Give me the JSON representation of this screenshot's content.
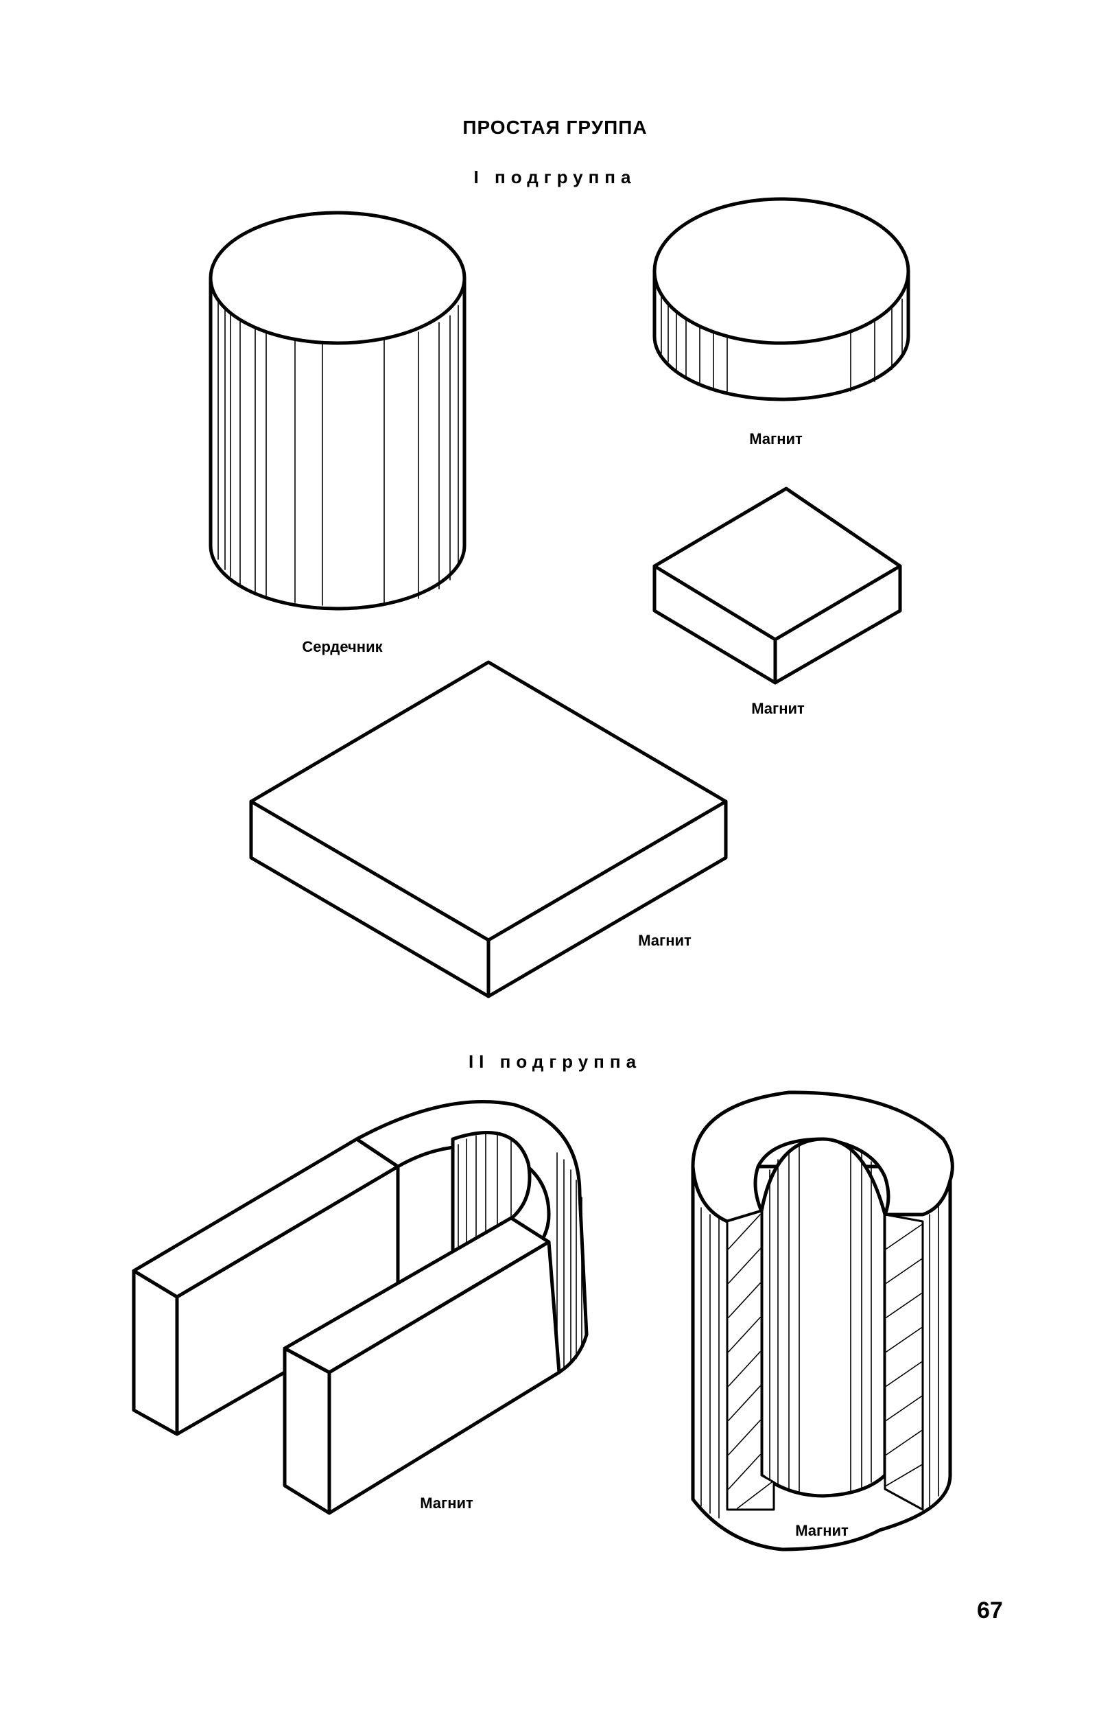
{
  "title": "ПРОСТАЯ ГРУППА",
  "subgroup_1": "I подгруппа",
  "subgroup_2": "II подгруппа",
  "labels": {
    "core": "Сердечник",
    "magnet_disc": "Магнит",
    "magnet_small_block": "Магнит",
    "magnet_large_block": "Магнит",
    "magnet_horseshoe": "Магнит",
    "magnet_ring": "Магнит"
  },
  "page_number": "67"
}
